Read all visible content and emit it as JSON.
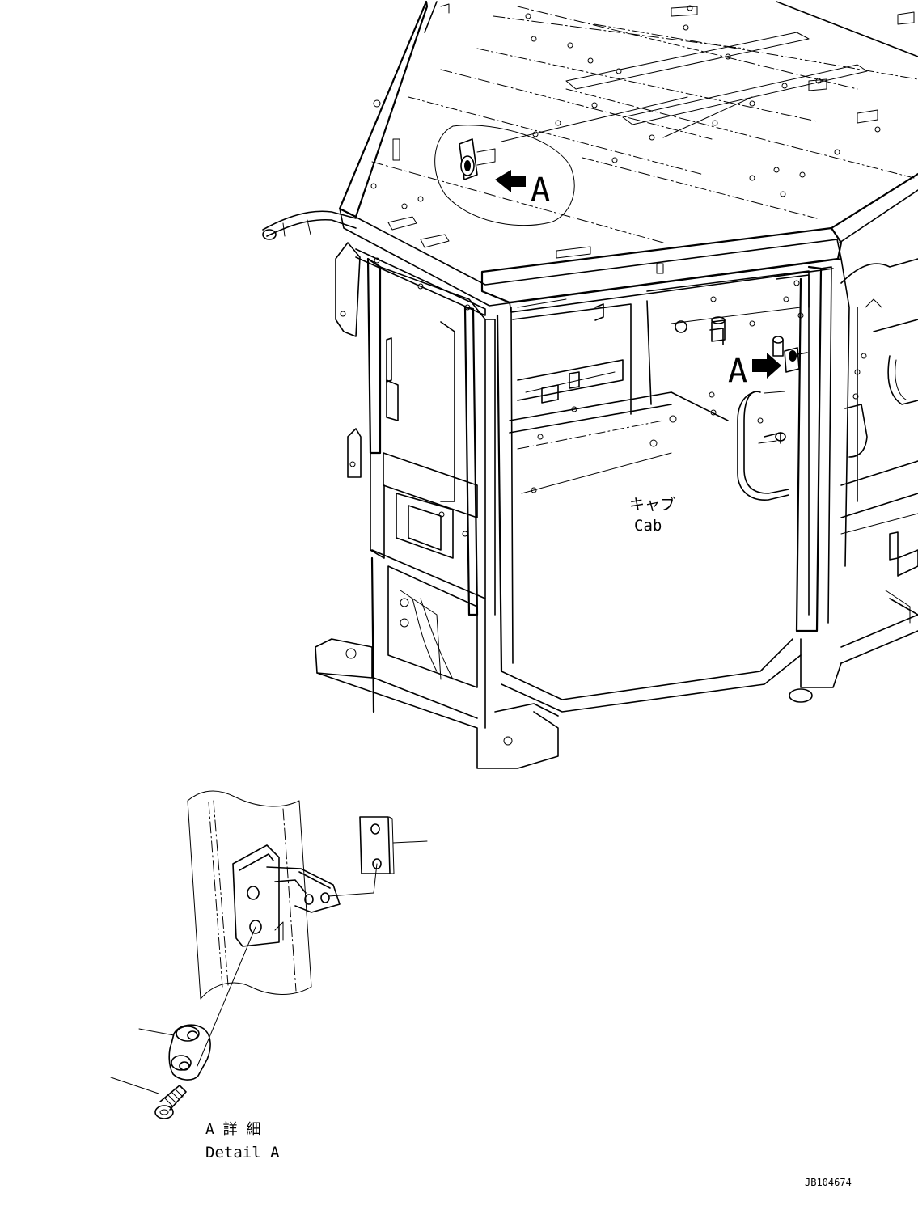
{
  "labels": {
    "marker_a_top": "A",
    "marker_a_right": "A",
    "cab_jp": "キャブ",
    "cab_en": "Cab",
    "detail_jp": "A 詳 細",
    "detail_en": "Detail A",
    "drawing_number": "JB104674"
  }
}
